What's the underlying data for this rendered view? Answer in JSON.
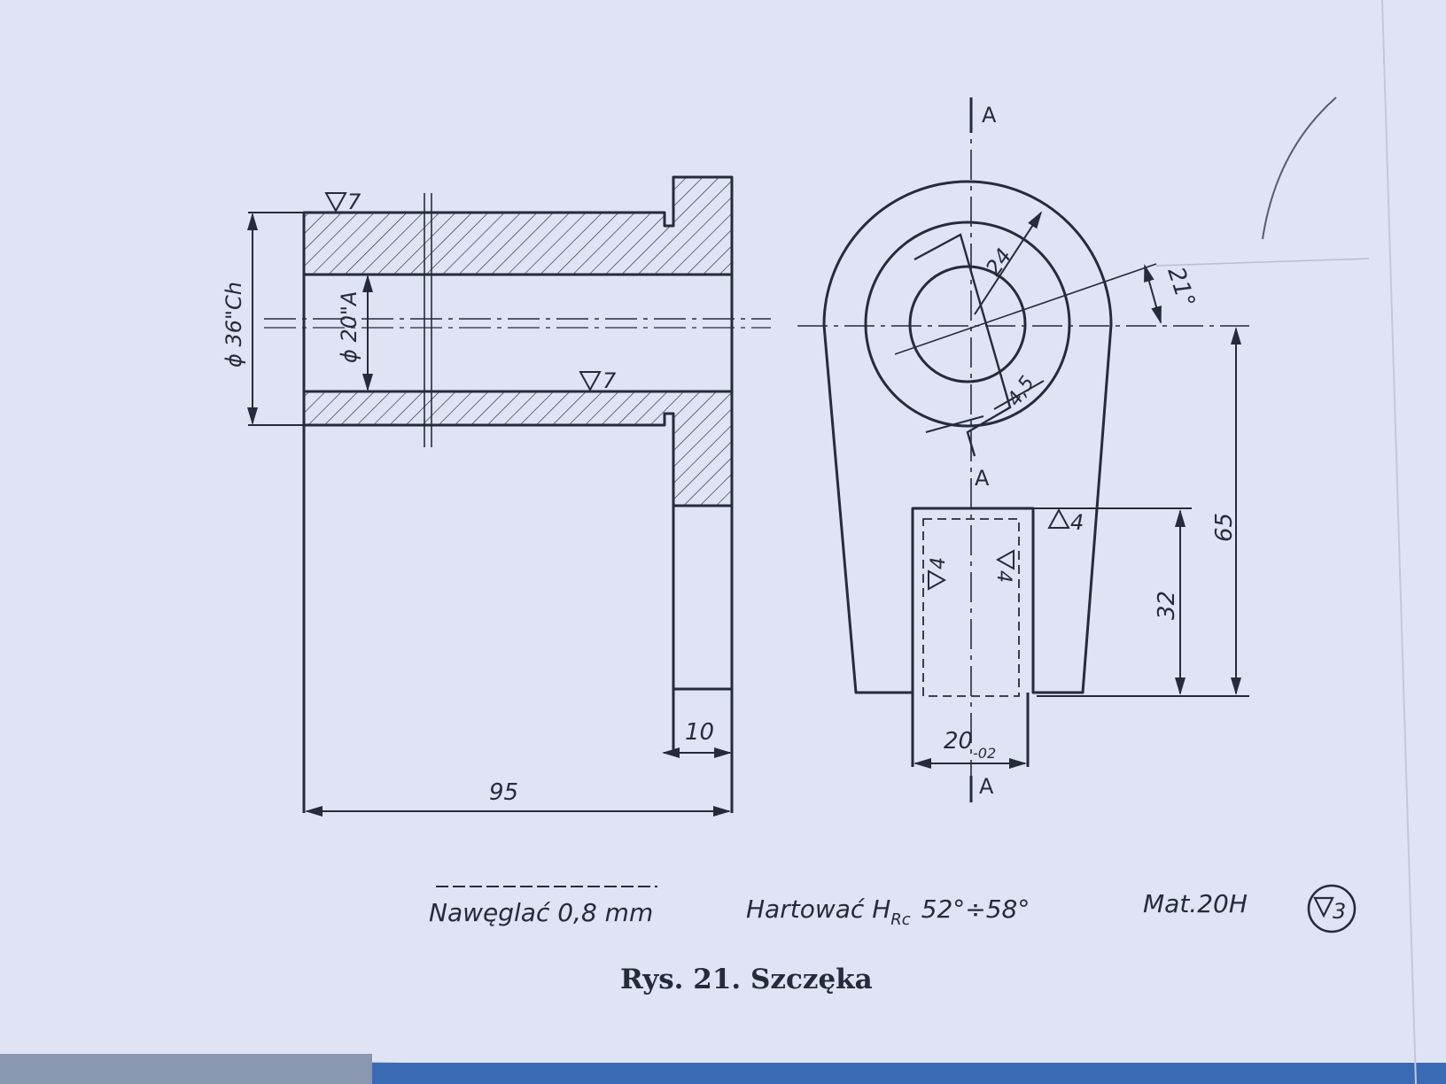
{
  "colors": {
    "paper": "#dfe3f3",
    "ink": "#262b3a",
    "background": "#7f8ea4"
  },
  "section_labels": {
    "top": "A",
    "middle": "A",
    "bottom": "A"
  },
  "dimensions": {
    "outer_diameter": "ϕ 36\"Ch",
    "bore_diameter": "ϕ 20\"A",
    "length": "95",
    "flange_width": "10",
    "eye_diameter": "24",
    "angle": "21°",
    "offset": "4,5",
    "total_height": "65",
    "slot_depth": "32",
    "slot_width": "20",
    "slot_tolerance": "-02"
  },
  "surface_finish": {
    "outer_top": "7",
    "bore_bottom": "7",
    "slot_top": "4",
    "slot_left": "4",
    "slot_right": "4",
    "general": "3"
  },
  "notes": {
    "carburize": "Nawęglać 0,8 mm",
    "harden": "Hartować H",
    "harden_subscript": "Rc",
    "harden_range": "52°÷58°",
    "material": "Mat.20H"
  },
  "caption": "Rys. 21. Szczęka"
}
